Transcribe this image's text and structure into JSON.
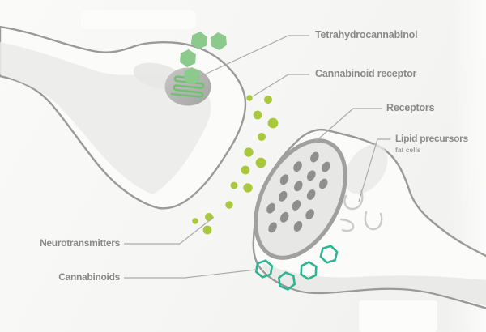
{
  "labels": {
    "tetrahydrocannabinol": "Tetrahydrocannabinol",
    "cannabinoid_receptor": "Cannabinoid receptor",
    "receptors": "Receptors",
    "lipid_precursors": "Lipid precursors",
    "lipid_precursors_sub": "fat cells",
    "neurotransmitters": "Neurotransmitters",
    "cannabinoids": "Cannabinoids"
  },
  "counts": {
    "thc_hexagons": 4,
    "neurotransmitter_dots": 14,
    "receptor_sites": 15,
    "cannabinoid_hexagons": 4,
    "lipid_squiggles": 3
  },
  "colors": {
    "background_light": "#fafaf9",
    "background_dark": "#f0f0ee",
    "membrane_outline": "#9a9a9a",
    "cell_fill": "#fbfbfa",
    "cell_shading": "#eaeae8",
    "thc_hexagon": "#8cc98c",
    "receptor_coil": "#6bc36b",
    "receptor_site_fill": "#b7b7b6",
    "neurotransmitter_dot": "#a9c83d",
    "receptor_array_fill": "#e7e7e6",
    "receptor_array_border": "#a0a09f",
    "receptor_dot": "#8f8f8e",
    "cannabinoid_hexagon": "#2eb491",
    "lipid_squiggle": "#cbcbca",
    "leader_line": "#ababab",
    "label_text": "#8a8a8a",
    "label_subtext": "#9c9c9c"
  }
}
